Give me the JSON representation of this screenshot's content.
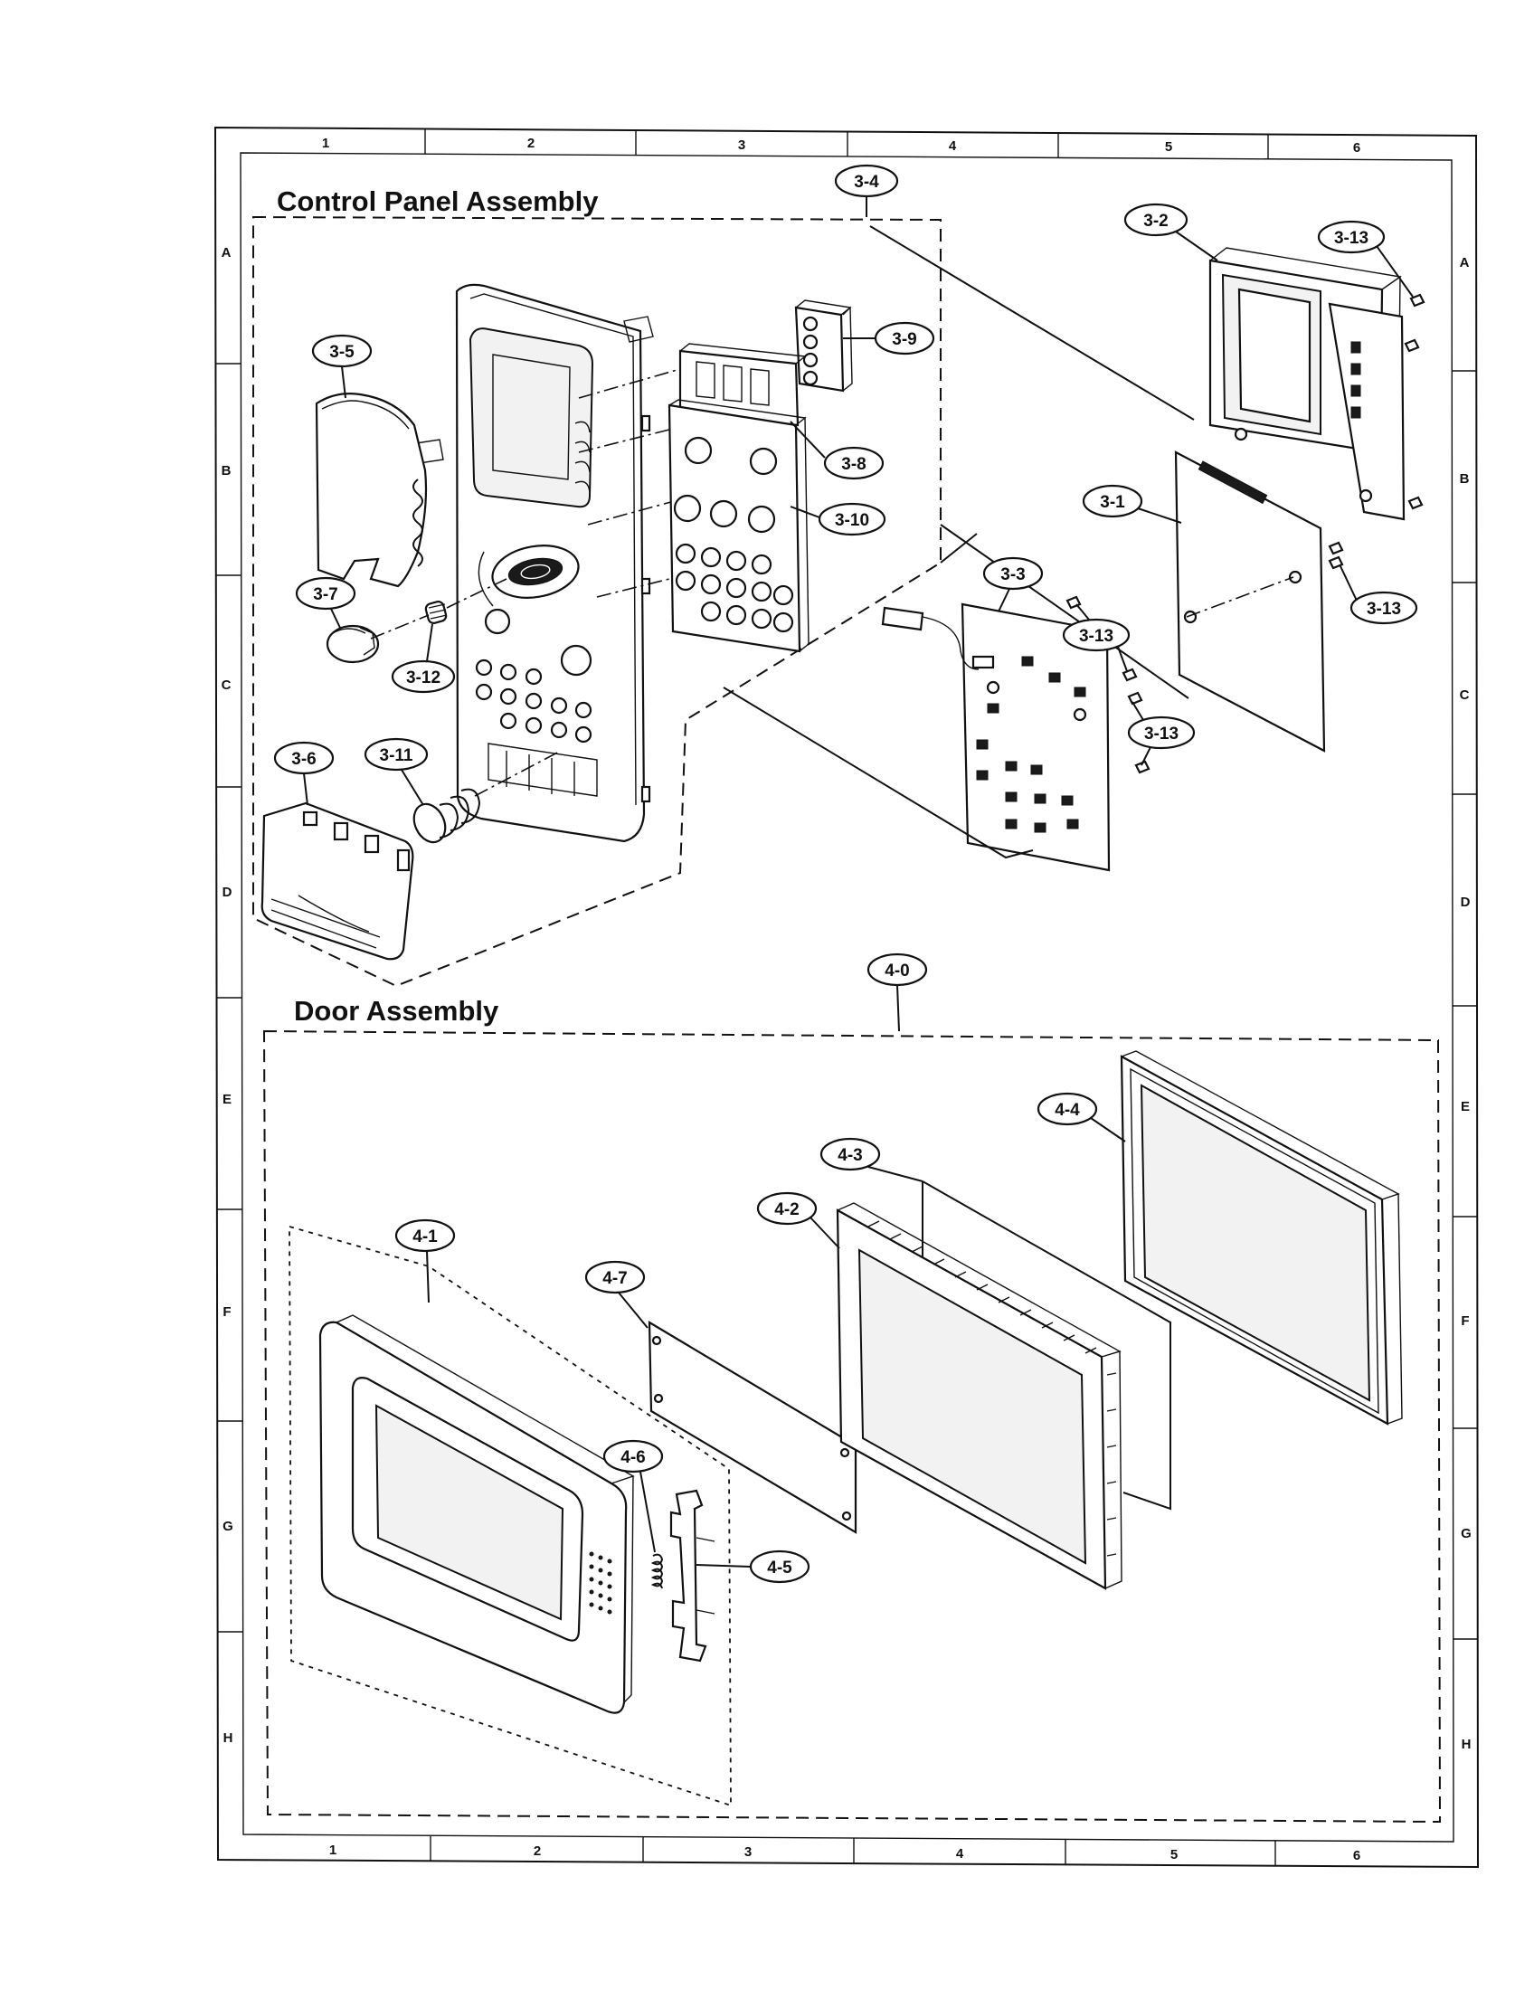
{
  "sheet": {
    "column_labels": [
      "1",
      "2",
      "3",
      "4",
      "5",
      "6"
    ],
    "row_labels": [
      "A",
      "B",
      "C",
      "D",
      "E",
      "F",
      "G",
      "H"
    ]
  },
  "sections": {
    "control_panel": {
      "title": "Control Panel Assembly"
    },
    "door": {
      "title": "Door Assembly"
    }
  },
  "callouts": {
    "c3_1": "3-1",
    "c3_2": "3-2",
    "c3_3": "3-3",
    "c3_4": "3-4",
    "c3_5": "3-5",
    "c3_6": "3-6",
    "c3_7": "3-7",
    "c3_8": "3-8",
    "c3_9": "3-9",
    "c3_10": "3-10",
    "c3_11": "3-11",
    "c3_12": "3-12",
    "c3_13": "3-13",
    "c4_0": "4-0",
    "c4_1": "4-1",
    "c4_2": "4-2",
    "c4_3": "4-3",
    "c4_4": "4-4",
    "c4_5": "4-5",
    "c4_6": "4-6",
    "c4_7": "4-7"
  }
}
